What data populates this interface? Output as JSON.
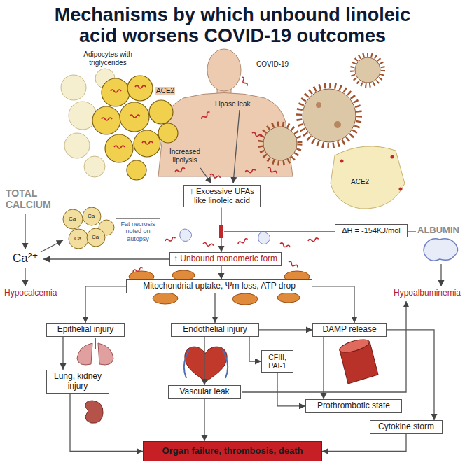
{
  "diagram": {
    "title": "Mechanisms by which unbound linoleic acid worsens COVID-19 outcomes",
    "nodes": [
      {
        "text": [
          "↑ Excessive UFAs like linoleic acid"
        ]
      },
      {
        "text": [
          "Fat necrosis noted on autopsy"
        ]
      },
      {
        "text": [
          "ΔH = -154KJ/mol"
        ]
      },
      {
        "text": [
          "↑ Unbound monomeric form"
        ]
      },
      {
        "text": [
          "Mitochondrial uptake, Ψm loss, ATP drop"
        ]
      },
      {
        "text": [
          "Epithelial injury"
        ]
      },
      {
        "text": [
          "Endothelial injury"
        ]
      },
      {
        "text": [
          "DAMP release"
        ]
      },
      {
        "text": [
          "CFIII, PAI-1"
        ]
      },
      {
        "text": [
          "Lung, kidney injury"
        ]
      },
      {
        "text": [
          "Vascular leak"
        ]
      },
      {
        "text": [
          "Prothrombotic state"
        ]
      },
      {
        "text": [
          "Cytokine storm"
        ]
      },
      {
        "text": [
          "Organ failure, thrombosis, death"
        ]
      }
    ],
    "edges": [
      {
        "from": 0,
        "to": 3,
        "arrow": "to"
      },
      {
        "from": 3,
        "to": 4,
        "arrow": "to"
      },
      {
        "from": 4,
        "to": 5,
        "arrow": "to"
      },
      {
        "from": 4,
        "to": 6,
        "arrow": "to"
      },
      {
        "from": 4,
        "to": 7,
        "arrow": "to"
      },
      {
        "from": 5,
        "to": 9,
        "arrow": "to"
      },
      {
        "from": 6,
        "to": 7,
        "arrow": "to"
      },
      {
        "from": 6,
        "to": 8,
        "arrow": "to"
      },
      {
        "from": 6,
        "to": 10,
        "arrow": "to"
      },
      {
        "from": 8,
        "to": 11,
        "arrow": "to"
      },
      {
        "from": 7,
        "to": 11,
        "arrow": "to"
      },
      {
        "from": 7,
        "to": 12,
        "arrow": "to"
      },
      {
        "from": 9,
        "to": 13,
        "arrow": "to"
      },
      {
        "from": 10,
        "to": 13,
        "arrow": "to"
      },
      {
        "from": 12,
        "to": 13,
        "arrow": "to"
      }
    ],
    "labels": [
      "Adipocytes with triglycerides",
      "ACE2",
      "COVID-19",
      "Lipase leak",
      "Increased lipolysis",
      "ACE2",
      "TOTAL CALCIUM",
      "ALBUMIN",
      "Ca²⁺",
      "Hypocalcemia",
      "Hypoalbuminemia",
      "Ca",
      "Ca",
      "Ca",
      "Ca"
    ]
  }
}
